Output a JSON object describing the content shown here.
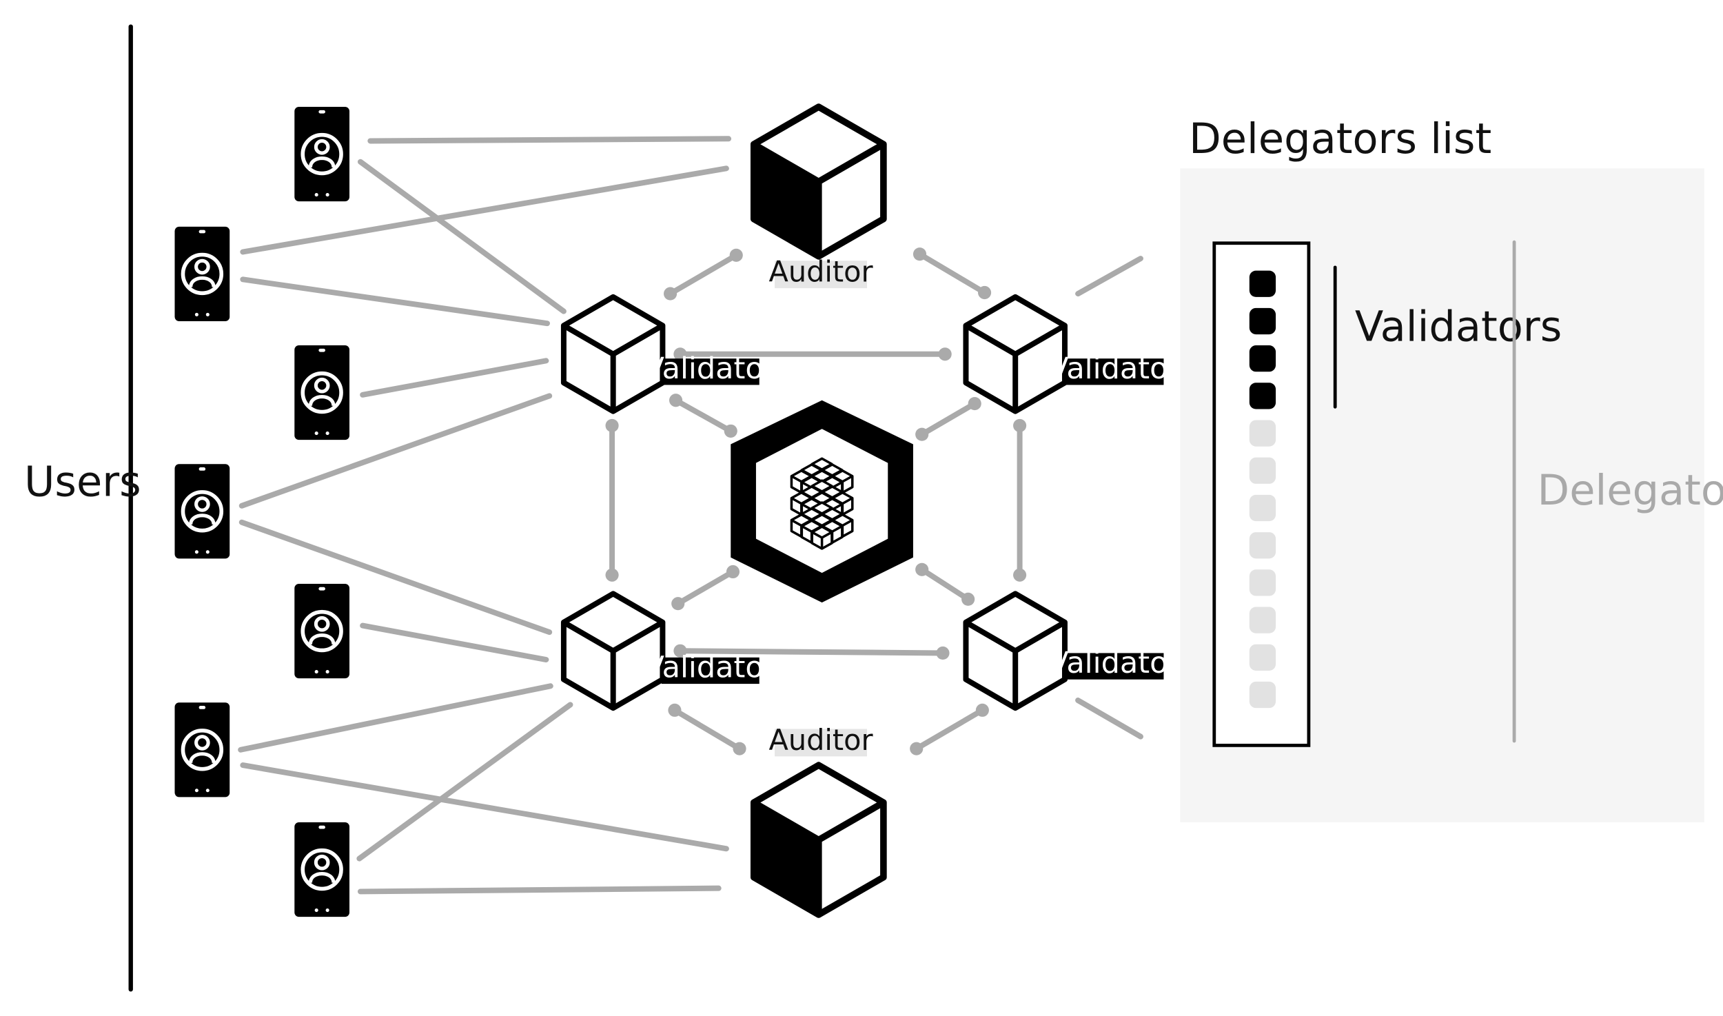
{
  "users_label": "Users",
  "auditor_top_label": "Auditor",
  "auditor_bottom_label": "Auditor",
  "validator_label": "Validator",
  "delegators_list_title": "Delegators list",
  "validators_label": "Validators",
  "delegators_label": "Delegators",
  "colors": {
    "black": "#000000",
    "line_grey": "#aaaaaa",
    "panel_bg": "#f5f5f5",
    "auditor_tag_bg": "#e6e6e6",
    "slot_grey": "#e2e2e2",
    "delegators_text": "#a9a9a9"
  },
  "icons": [
    "smartphone-user-icon",
    "cube-icon",
    "network-core-icon"
  ],
  "delegators_list": {
    "validator_slots": 4,
    "delegator_slots": 8
  }
}
